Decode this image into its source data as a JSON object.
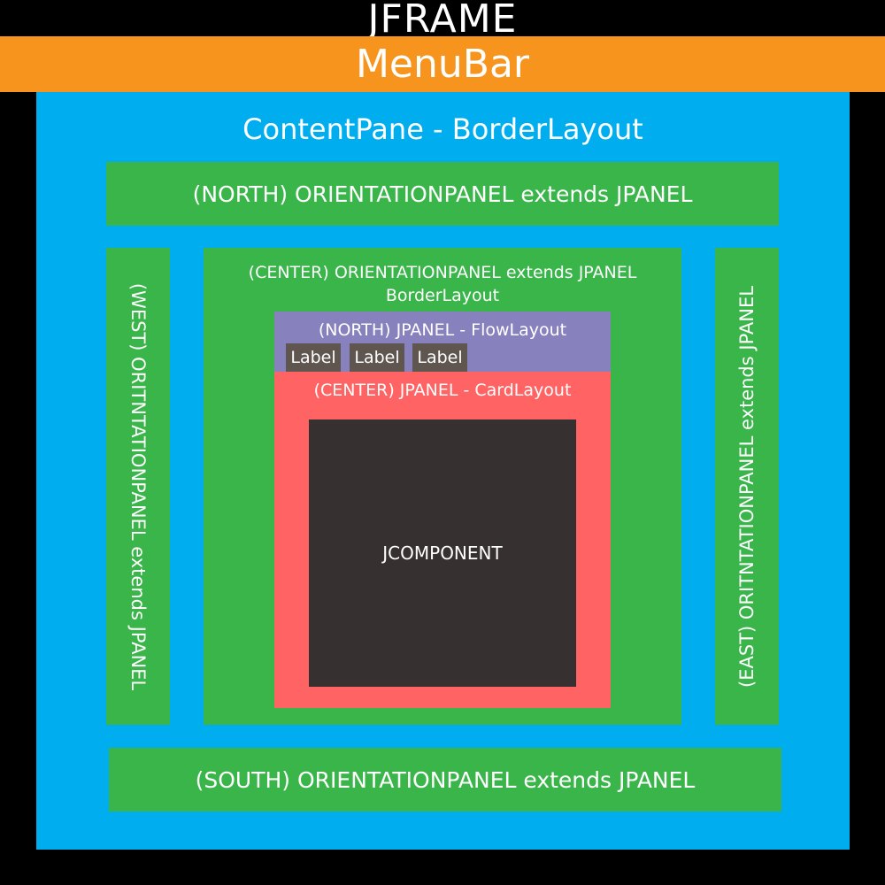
{
  "frame": {
    "title": "JFRAME"
  },
  "menubar": {
    "label": "MenuBar"
  },
  "contentpane": {
    "title": "ContentPane - BorderLayout"
  },
  "north_panel": {
    "label": "(NORTH) ORIENTATIONPANEL extends JPANEL"
  },
  "south_panel": {
    "label": "(SOUTH) ORIENTATIONPANEL extends JPANEL"
  },
  "west_panel": {
    "label": "(WEST) ORITNTATIONPANEL extends JPANEL"
  },
  "east_panel": {
    "label": "(EAST) ORITNTATIONPANEL extends JPANEL"
  },
  "center_panel": {
    "title_line1": "(CENTER) ORIENTATIONPANEL extends JPANEL",
    "title_line2": "BorderLayout",
    "north": {
      "title": "(NORTH) JPANEL - FlowLayout",
      "labels": [
        "Label",
        "Label",
        "Label"
      ]
    },
    "center": {
      "title": "(CENTER) JPANEL - CardLayout",
      "component": "JCOMPONENT"
    }
  },
  "colors": {
    "frame": "#000000",
    "menubar": "#f7941d",
    "contentpane": "#00aeef",
    "orientation_panel": "#39b54a",
    "flow_panel": "#8781bd",
    "card_panel": "#ff6363",
    "label_chip": "#5f5650",
    "jcomponent": "#373031"
  }
}
